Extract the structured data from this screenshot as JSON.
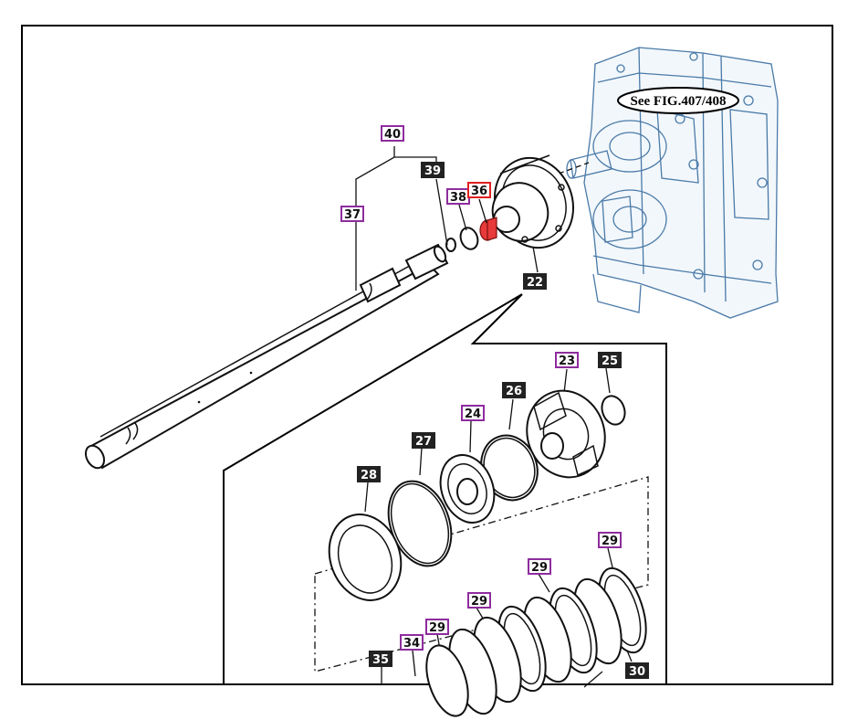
{
  "reference_callout": "See FIG.407/408",
  "colors": {
    "background": "#ffffff",
    "line": "#111111",
    "housing": "#4a7aa8",
    "label_dark_bg": "#222222",
    "label_purple_border": "#8e2c9e",
    "label_red_border": "#e02020",
    "highlight_part": "#e83a3a"
  },
  "part_labels": [
    {
      "id": "p40",
      "text": "40",
      "style": "purple"
    },
    {
      "id": "p39",
      "text": "39",
      "style": "dark"
    },
    {
      "id": "p38",
      "text": "38",
      "style": "purple"
    },
    {
      "id": "p36",
      "text": "36",
      "style": "red"
    },
    {
      "id": "p37",
      "text": "37",
      "style": "purple"
    },
    {
      "id": "p22",
      "text": "22",
      "style": "dark"
    },
    {
      "id": "p23",
      "text": "23",
      "style": "purple"
    },
    {
      "id": "p25",
      "text": "25",
      "style": "dark"
    },
    {
      "id": "p26",
      "text": "26",
      "style": "dark"
    },
    {
      "id": "p24",
      "text": "24",
      "style": "purple"
    },
    {
      "id": "p27",
      "text": "27",
      "style": "dark"
    },
    {
      "id": "p28",
      "text": "28",
      "style": "dark"
    },
    {
      "id": "p29a",
      "text": "29",
      "style": "purple"
    },
    {
      "id": "p29b",
      "text": "29",
      "style": "purple"
    },
    {
      "id": "p29c",
      "text": "29",
      "style": "purple"
    },
    {
      "id": "p29d",
      "text": "29",
      "style": "purple"
    },
    {
      "id": "p34",
      "text": "34",
      "style": "purple"
    },
    {
      "id": "p35",
      "text": "35",
      "style": "dark"
    },
    {
      "id": "p30",
      "text": "30",
      "style": "dark"
    }
  ]
}
